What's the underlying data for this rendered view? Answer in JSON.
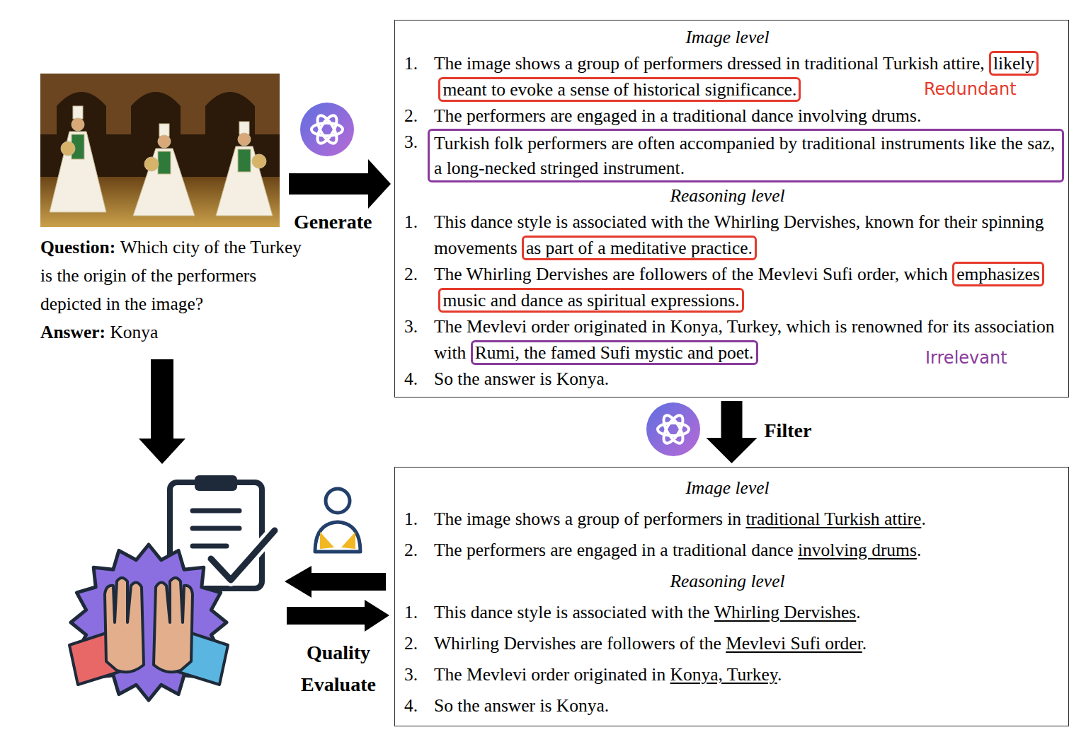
{
  "diagram": {
    "nodes": [
      {
        "text": [
          "Image level",
          "1.",
          "The image shows a group of performers dressed in traditional Turkish attire,",
          "2.",
          "The performers are engaged in a traditional dance involving drums.",
          "3.",
          "Reasoning level",
          "1.",
          "This dance style is associated with the Whirling Dervishes, known for their spinning movements",
          "2.",
          "The Whirling Dervishes are followers of the Mevlevi Sufi order, which",
          "3.",
          "The Mevlevi order originated in Konya, Turkey, which is renowned for its association with",
          "4.",
          "So the answer is Konya."
        ]
      },
      {
        "text": [
          "likely meant to evoke a sense of historical significance."
        ],
        "in": 0
      },
      {
        "text": [
          "Turkish folk performers are often accompanied by traditional instruments like the saz, a long-necked stringed instrument."
        ],
        "in": 0
      },
      {
        "text": [
          "as part of a meditative practice."
        ],
        "in": 0
      },
      {
        "text": [
          "emphasizes music and dance as spiritual expressions."
        ],
        "in": 0
      },
      {
        "text": [
          "Rumi, the famed Sufi mystic and poet."
        ],
        "in": 0
      },
      {
        "text": [
          "Image level",
          "1.",
          "The image shows a group of performers in",
          "traditional Turkish attire",
          ".",
          "2.",
          "The performers are engaged in a traditional dance",
          "involving drums",
          ".",
          "Reasoning level",
          "1.",
          "This dance style is associated with the",
          "Whirling Dervishes",
          ".",
          "2.",
          "Whirling Dervishes are followers of the",
          "Mevlevi Sufi order",
          ".",
          "3.",
          "The Mevlevi order originated in",
          "Konya, Turkey",
          ".",
          "4.",
          "So the answer is Konya."
        ]
      }
    ],
    "edges": [
      {
        "from": 0,
        "to": 6,
        "label": "Filter",
        "arrow": "to"
      }
    ],
    "labels": [
      "Question:",
      "Which city of the Turkey is the origin of the performers depicted in the image?",
      "Answer:",
      "Konya",
      "Generate",
      "Redundant",
      "Irrelevant",
      "Quality Evaluate"
    ]
  }
}
